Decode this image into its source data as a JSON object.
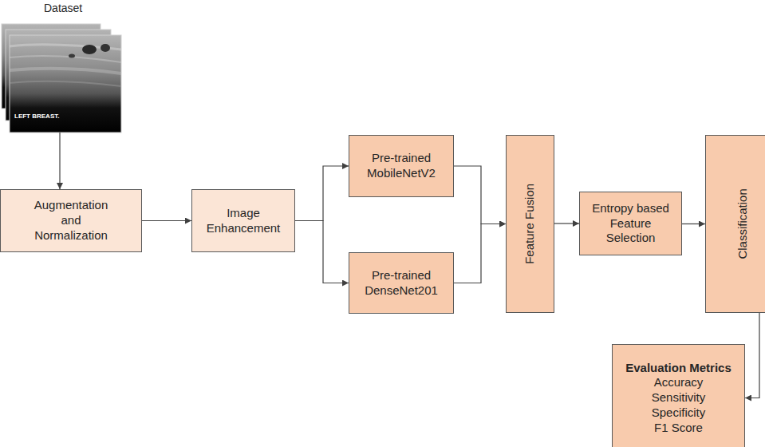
{
  "diagram": {
    "nodes": [
      {
        "text": [
          "Augmentation and Normalization"
        ]
      },
      {
        "text": [
          "Image Enhancement"
        ]
      },
      {
        "text": [
          "Pre-trained MobileNetV2"
        ]
      },
      {
        "text": [
          "Pre-trained DenseNet201"
        ]
      },
      {
        "text": [
          "Feature Fusion"
        ]
      },
      {
        "text": [
          "Entropy based Feature Selection"
        ]
      },
      {
        "text": [
          "Classification"
        ]
      },
      {
        "text": [
          "Evaluation Metrics",
          "Accuracy",
          "Sensitivity",
          "Specificity",
          "F1 Score"
        ]
      }
    ],
    "edges": [
      {
        "from": 0,
        "to": 1,
        "arrow": "to"
      },
      {
        "from": 1,
        "to": 2,
        "arrow": "to"
      },
      {
        "from": 1,
        "to": 3,
        "arrow": "to"
      },
      {
        "from": 2,
        "to": 4,
        "arrow": "to"
      },
      {
        "from": 3,
        "to": 4,
        "arrow": "to"
      },
      {
        "from": 4,
        "to": 5,
        "arrow": "to"
      },
      {
        "from": 5,
        "to": 6,
        "arrow": "to"
      },
      {
        "from": 6,
        "to": 7,
        "arrow": "to"
      }
    ],
    "labels": [
      "Dataset",
      "LEFT BREAST."
    ]
  }
}
